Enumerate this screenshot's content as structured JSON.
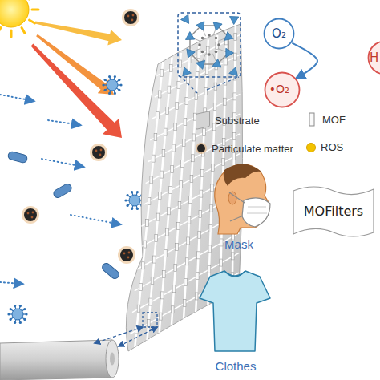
{
  "diagram": {
    "nodes": [
      {
        "text": [
          "O₂"
        ]
      },
      {
        "text": [
          "H"
        ]
      },
      {
        "text": [
          "•O₂⁻"
        ]
      },
      {
        "text": [
          "MOFilters"
        ]
      }
    ],
    "edges": [
      {
        "from": 0,
        "to": 2,
        "arrow": "to"
      }
    ],
    "labels": [
      "Mask",
      "Clothes"
    ],
    "legend": [
      {
        "text": "Substrate",
        "color": "#d4d4d4"
      },
      {
        "text": "MOF"
      },
      {
        "text": "Particulate matter"
      },
      {
        "text": "ROS",
        "color": "#f2c200"
      }
    ]
  }
}
